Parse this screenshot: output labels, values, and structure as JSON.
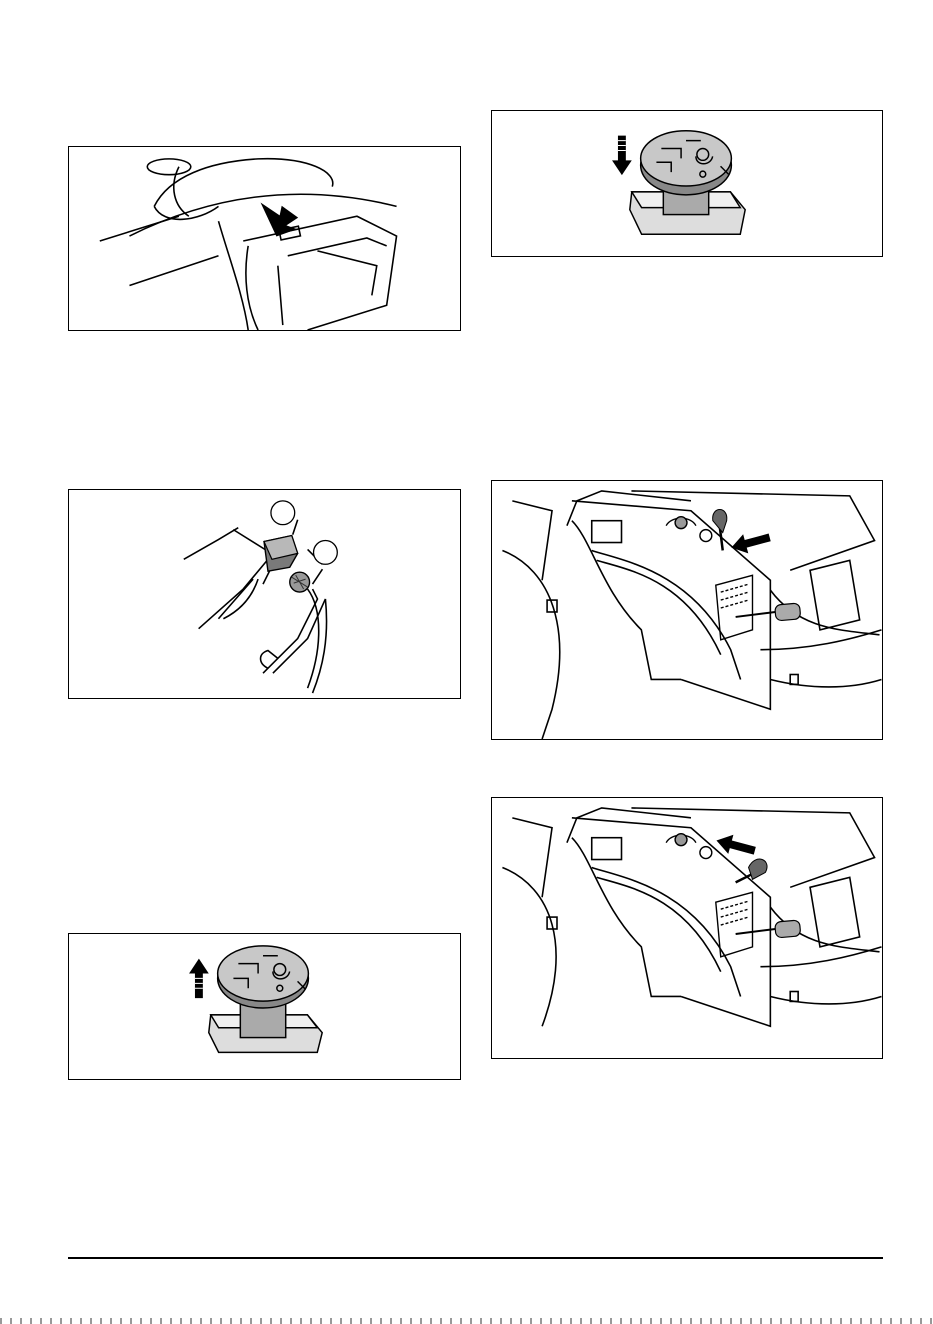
{
  "page": {
    "figures": [
      {
        "id": "steering-pedal-arrow",
        "icon": "arrow-down-icon"
      },
      {
        "id": "pedals-callout",
        "callouts": [
          "",
          ""
        ]
      },
      {
        "id": "knob-pull-up",
        "icon": "arrow-up-icon"
      },
      {
        "id": "knob-push-down",
        "icon": "arrow-down-icon"
      },
      {
        "id": "lever-forward",
        "icon": "arrow-left-icon"
      },
      {
        "id": "lever-back",
        "icon": "arrow-right-icon"
      }
    ]
  }
}
